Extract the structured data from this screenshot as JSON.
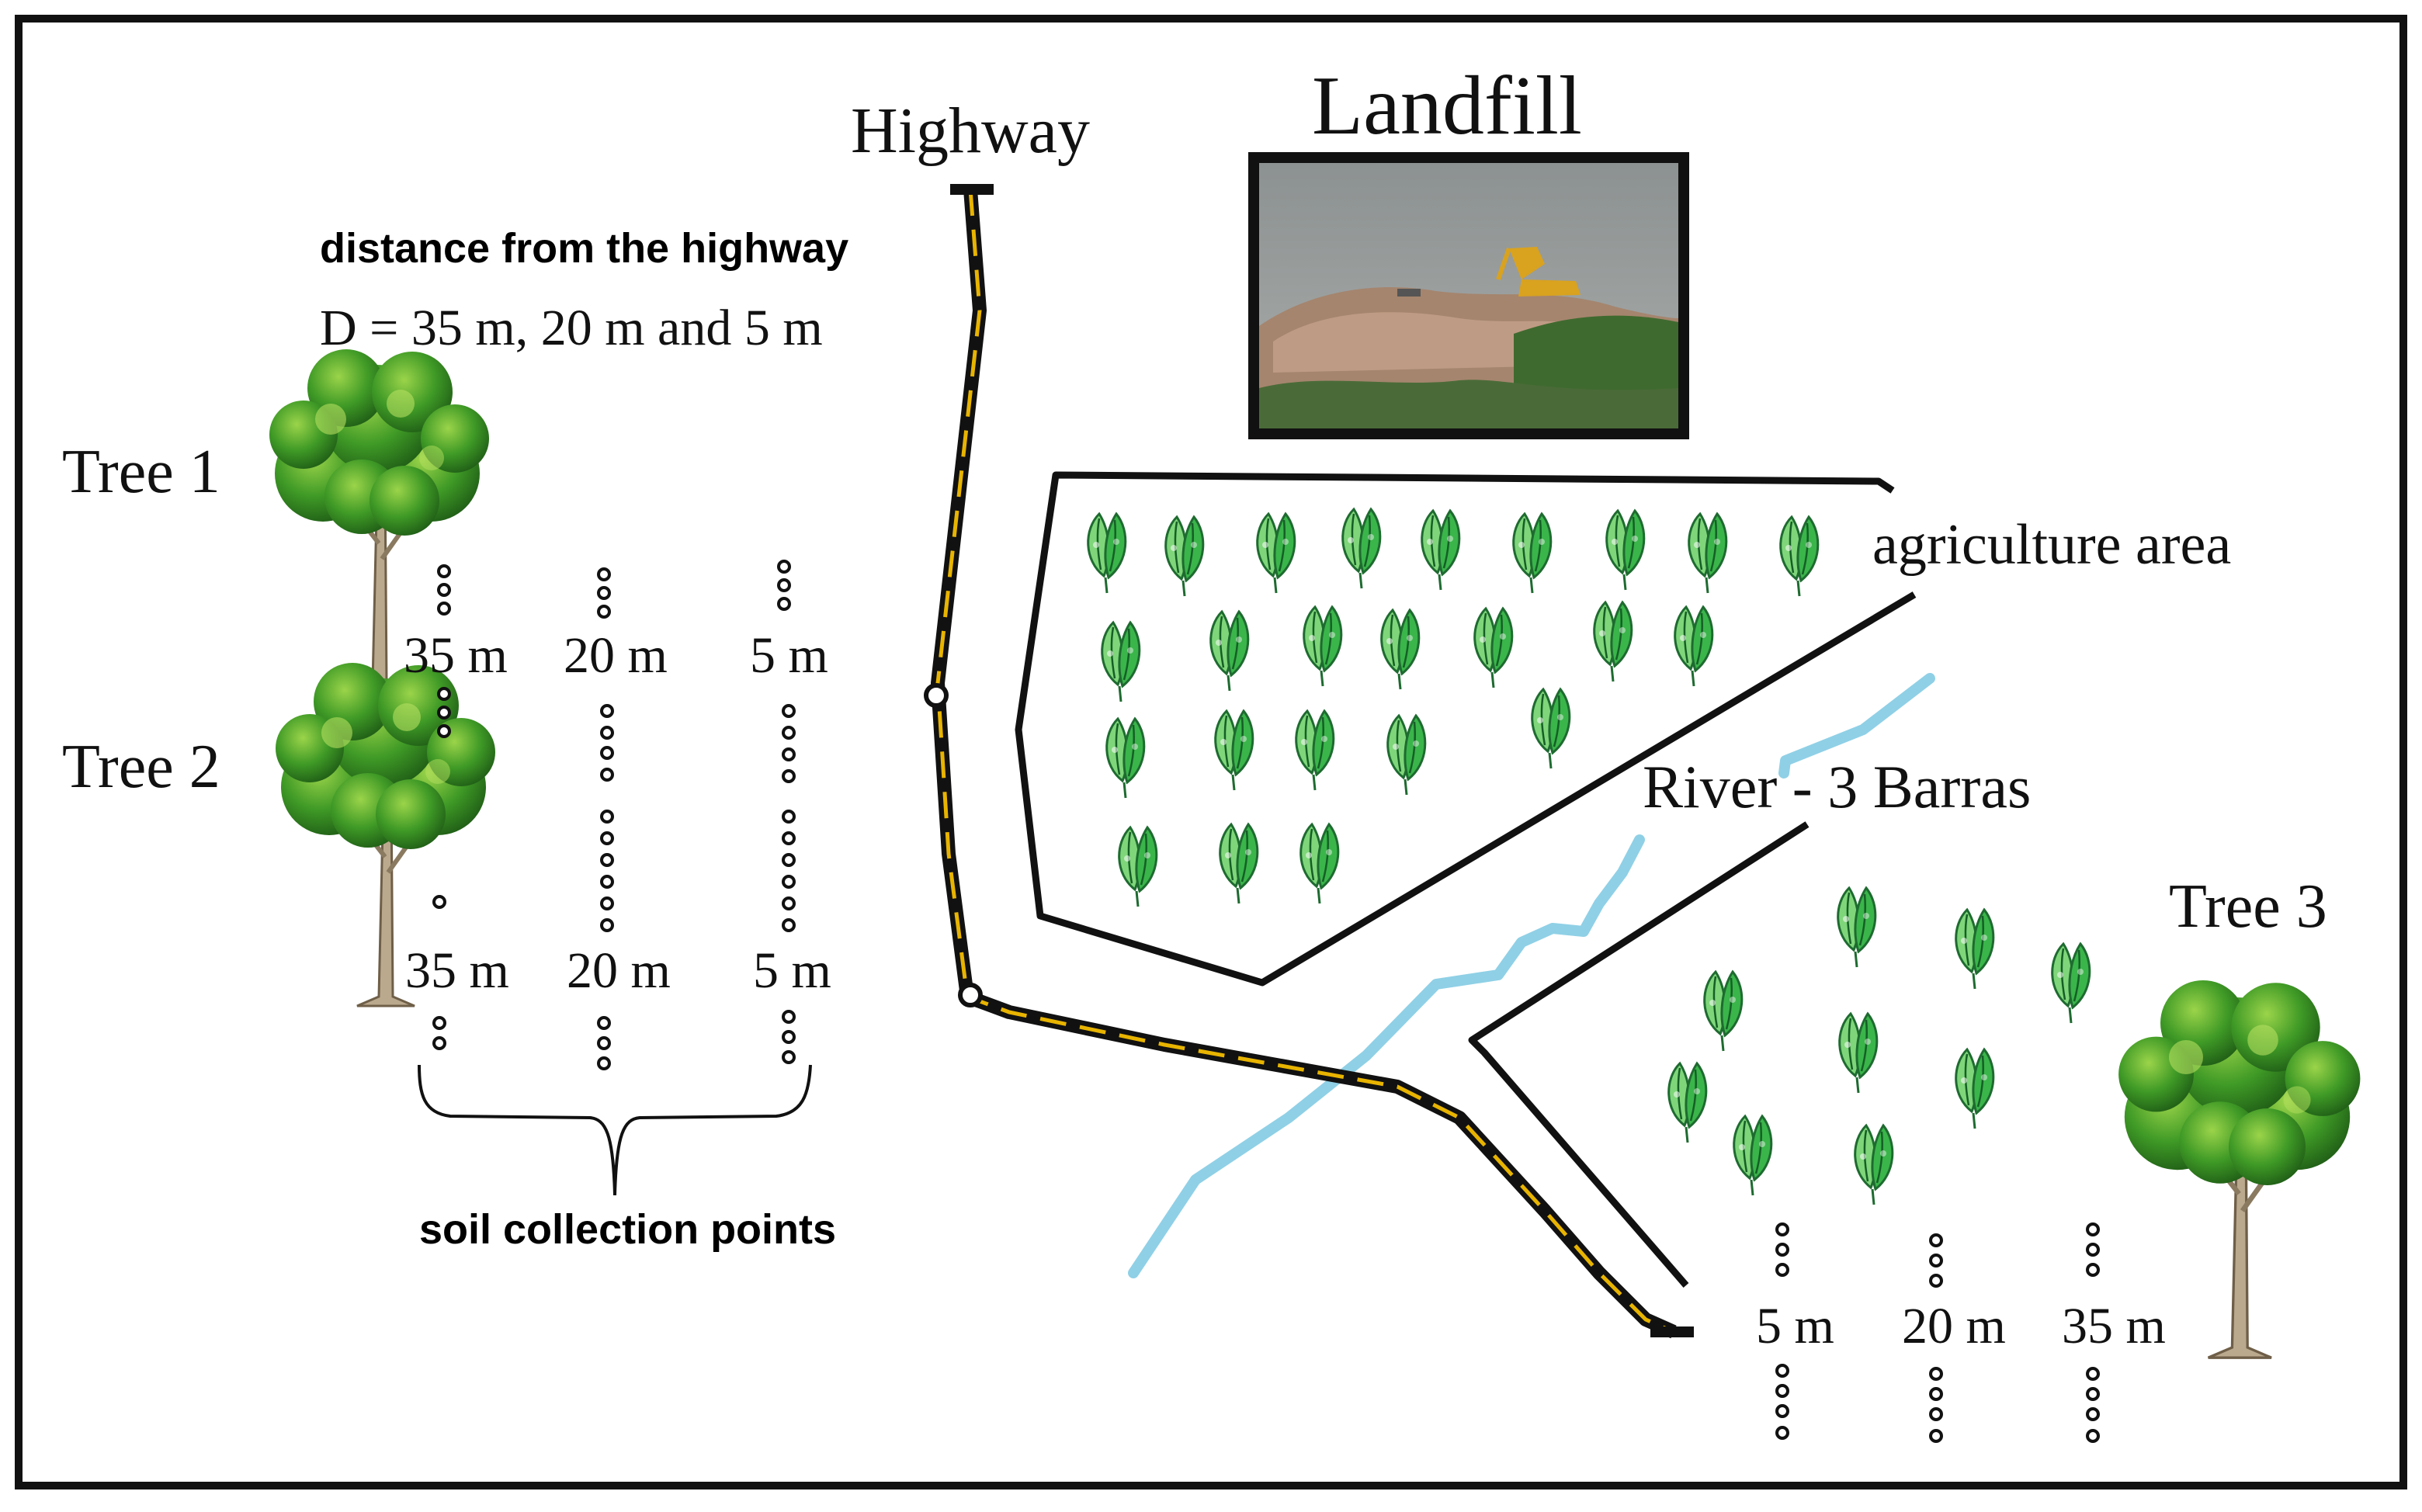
{
  "labels": {
    "highway": "Highway",
    "landfill": "Landfill",
    "distance_heading": "distance from the highway",
    "distance_values": "D = 35 m, 20 m and 5 m",
    "tree1": "Tree 1",
    "tree2": "Tree 2",
    "tree3": "Tree 3",
    "agriculture": "agriculture area",
    "river": "River - 3 Barras",
    "soil_points": "soil collection points"
  },
  "distances_left": [
    "35 m",
    "20 m",
    "5 m"
  ],
  "distances_right": [
    "5 m",
    "20 m",
    "35 m"
  ],
  "colors": {
    "road": "#111111",
    "road_stripe": "#e8b400",
    "river": "#8fd0e6",
    "leaf_light": "#7fd67a",
    "leaf_dark": "#1e8a3a",
    "tree_canopy": "#3f9a26",
    "tree_trunk": "#b8a58a"
  }
}
